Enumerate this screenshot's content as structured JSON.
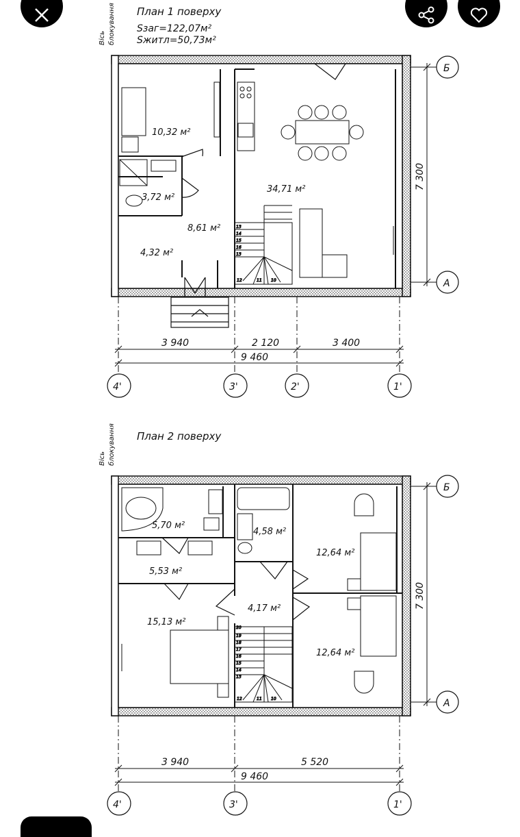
{
  "floor1": {
    "title": "План 1 поверху",
    "area_total": "Sзаг=122,07м²",
    "area_living": "Sжитл=50,73м²",
    "axis_label_line1": "Вісь",
    "axis_label_line2": "блокування",
    "rooms": [
      "10,32 м²",
      "3,72 м²",
      "34,71 м²",
      "8,61 м²",
      "4,32 м²"
    ],
    "dim_top": [
      "3 940",
      "2 120",
      "3 400"
    ],
    "dim_total": "9 460",
    "dim_vertical": "7 300",
    "axes": [
      "4'",
      "3'",
      "2'",
      "1'"
    ],
    "row_axes": [
      "Б",
      "А"
    ]
  },
  "floor2": {
    "title": "План 2 поверху",
    "axis_label_line1": "Вісь",
    "axis_label_line2": "блокування",
    "rooms": [
      "5,70 м²",
      "4,58 м²",
      "12,64 м²",
      "5,53 м²",
      "4,17 м²",
      "15,13 м²",
      "12,64 м²"
    ],
    "dim_top": [
      "3 940",
      "5 520"
    ],
    "dim_total": "9 460",
    "dim_vertical": "7 300",
    "axes": [
      "4'",
      "3'",
      "1'"
    ],
    "row_axes": [
      "Б",
      "А"
    ]
  },
  "stair_numbers_floor1": [
    "13",
    "14",
    "15",
    "16",
    "13",
    "12",
    "11",
    "10"
  ],
  "stair_numbers_floor2": [
    "20",
    "19",
    "18",
    "17",
    "16",
    "15",
    "14",
    "13",
    "12",
    "11",
    "10"
  ]
}
